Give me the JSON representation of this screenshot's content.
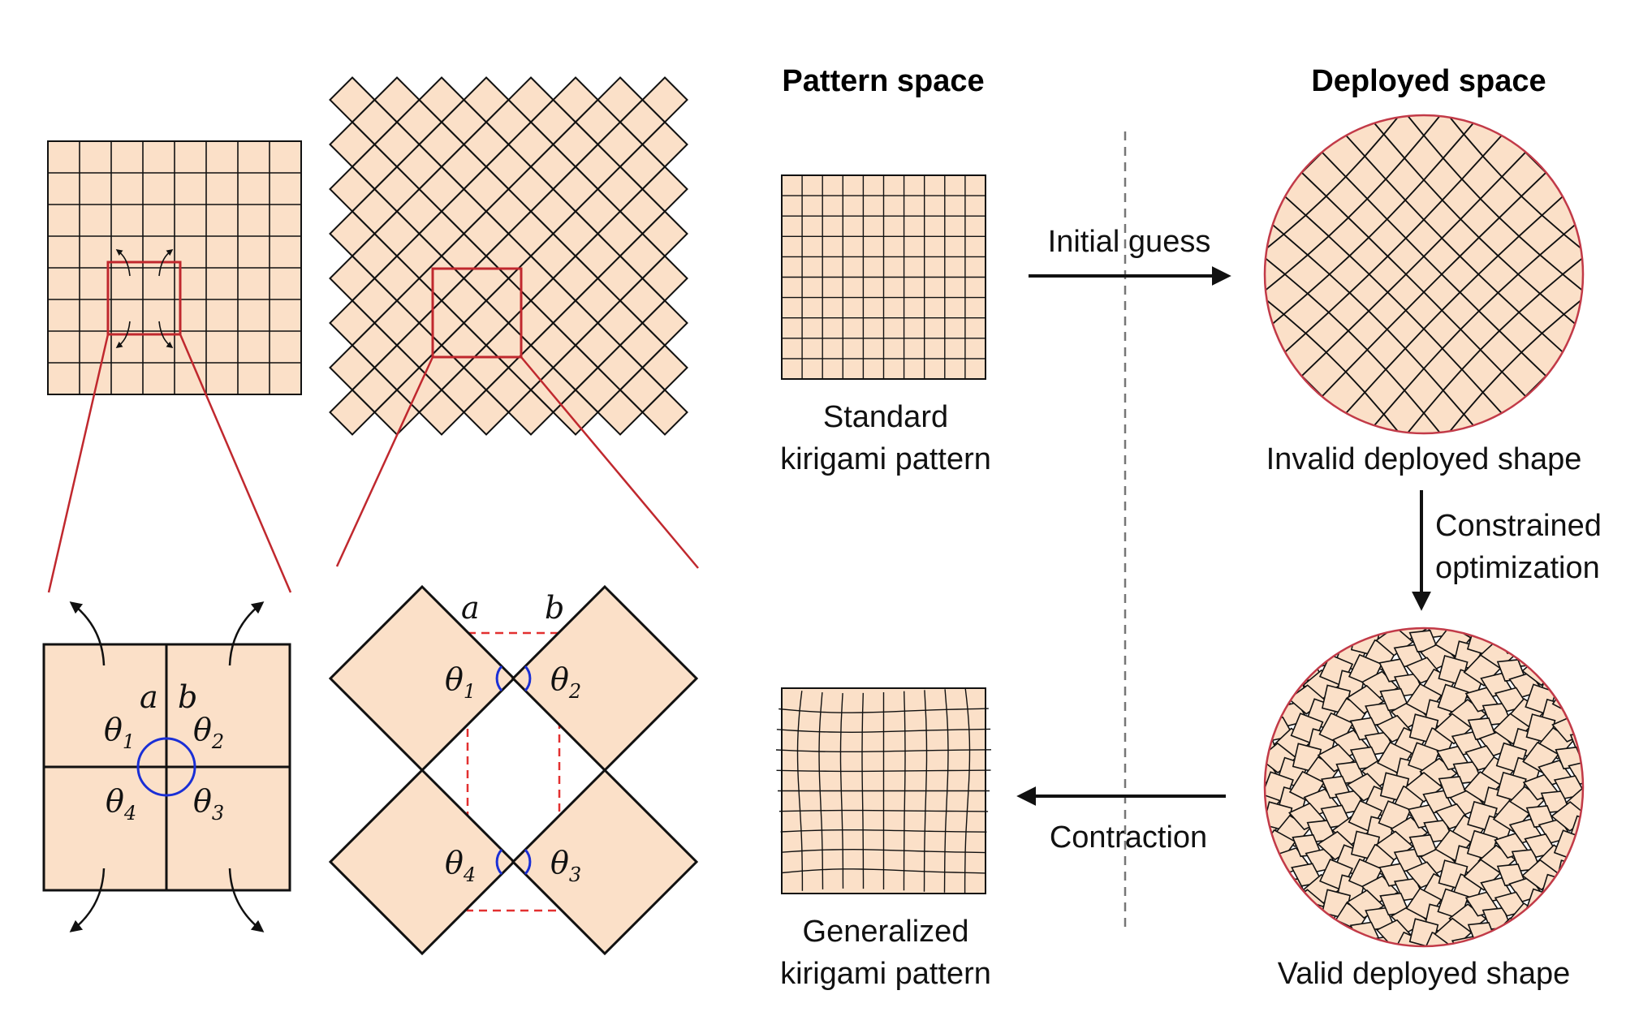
{
  "headers": {
    "pattern_space": "Pattern space",
    "deployed_space": "Deployed space"
  },
  "captions": {
    "standard_line1": "Standard",
    "standard_line2": "kirigami pattern",
    "invalid": "Invalid deployed shape",
    "generalized_line1": "Generalized",
    "generalized_line2": "kirigami pattern",
    "valid": "Valid deployed shape"
  },
  "arrows": {
    "initial_guess": "Initial guess",
    "constrained_line1": "Constrained",
    "constrained_line2": "optimization",
    "contraction": "Contraction"
  },
  "labels": {
    "a": "a",
    "b": "b",
    "theta": "θ",
    "sub1": "1",
    "sub2": "2",
    "sub3": "3",
    "sub4": "4"
  },
  "colors": {
    "tile_fill": "#fbe0c8",
    "outline": "#111111",
    "highlight": "#c0282e",
    "angle_arc": "#1a2fd6",
    "guide": "#e23030",
    "divider": "#777777",
    "circle": "#c23a48"
  }
}
